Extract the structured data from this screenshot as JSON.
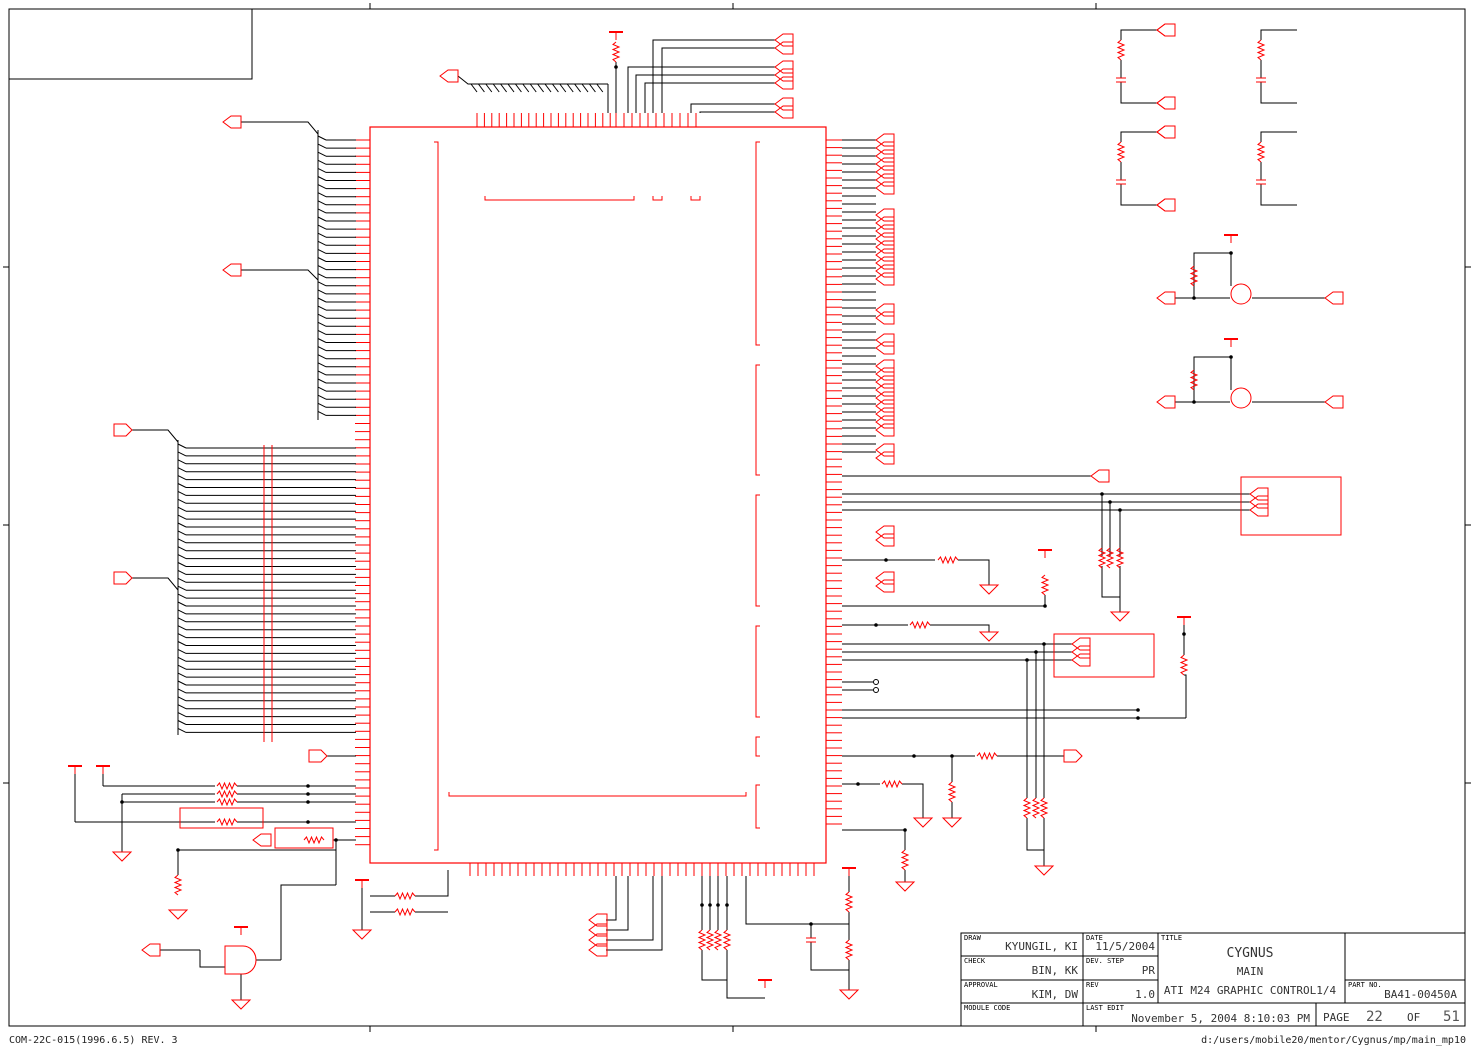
{
  "title_block": {
    "draw_label": "DRAW",
    "draw_value": "KYUNGIL, KI",
    "date_label": "DATE",
    "date_value": "11/5/2004",
    "title_label": "TITLE",
    "check_label": "CHECK",
    "check_value": "BIN, KK",
    "dev_step_label": "DEV. STEP",
    "dev_step_value": "PR",
    "approval_label": "APPROVAL",
    "approval_value": "KIM, DW",
    "rev_label": "REV",
    "rev_value": "1.0",
    "module_code_label": "MODULE CODE",
    "last_edit_label": "LAST EDIT",
    "last_edit_value": "November 5, 2004  8:10:03 PM",
    "title_line1": "CYGNUS",
    "title_line2": "MAIN",
    "title_line3": "ATI M24 GRAPHIC CONTROL1/4",
    "part_no_label": "PART NO.",
    "part_no_value": "BA41-00450A",
    "page_label": "PAGE",
    "page_number": "22",
    "of_label": "OF",
    "page_total": "51"
  },
  "footer": {
    "form_code": "COM-22C-015(1996.6.5) REV. 3",
    "file_path": "d:/users/mobile20/mentor/Cygnus/mp/main_mp10"
  },
  "colors": {
    "component": "#ff0000",
    "wire": "#000000",
    "frame": "#000000"
  }
}
